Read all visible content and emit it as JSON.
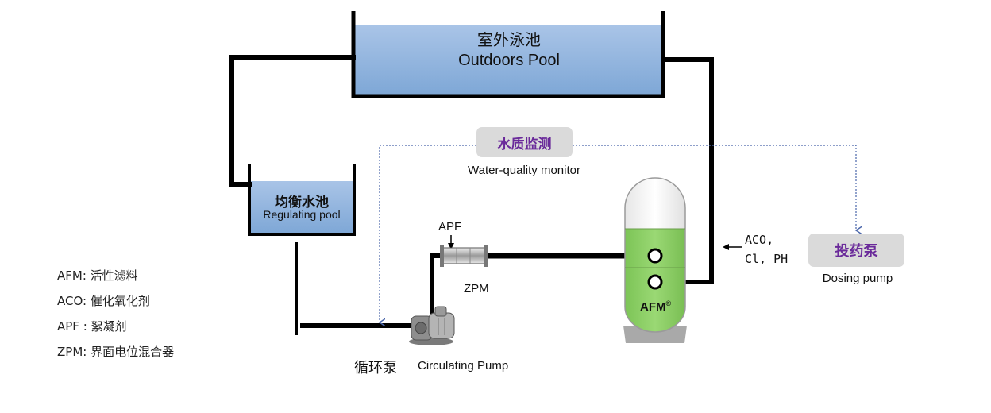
{
  "outdoor_pool": {
    "title_cn": "室外泳池",
    "title_en": "Outdoors Pool"
  },
  "regulating_pool": {
    "title_cn": "均衡水池",
    "title_en": "Regulating pool"
  },
  "water_quality_monitor": {
    "title_cn": "水质监测",
    "title_en": "Water-quality monitor"
  },
  "dosing_pump": {
    "title_cn": "投药泵",
    "title_en": "Dosing pump"
  },
  "filter": {
    "label": "AFM",
    "trademark": "®"
  },
  "mixer": {
    "apf_label": "APF",
    "zpm_label": "ZPM"
  },
  "chemicals": {
    "line1": "ACO,",
    "line2": "Cl, PH"
  },
  "circulating_pump": {
    "title_cn": "循环泵",
    "title_en": "Circulating Pump"
  },
  "legend": [
    {
      "text": "AFM: 活性滤料"
    },
    {
      "text": "ACO: 催化氧化剂"
    },
    {
      "text": "APF : 絮凝剂"
    },
    {
      "text": "ZPM: 界面电位混合器"
    }
  ],
  "colors": {
    "pool_water": "#a8c4e6",
    "filter_media": "#8fd06a",
    "label_box": "#dadada",
    "label_text_cn": "#6a2a9a",
    "monitor_line": "#4a66aa",
    "pipe": "#000000"
  }
}
